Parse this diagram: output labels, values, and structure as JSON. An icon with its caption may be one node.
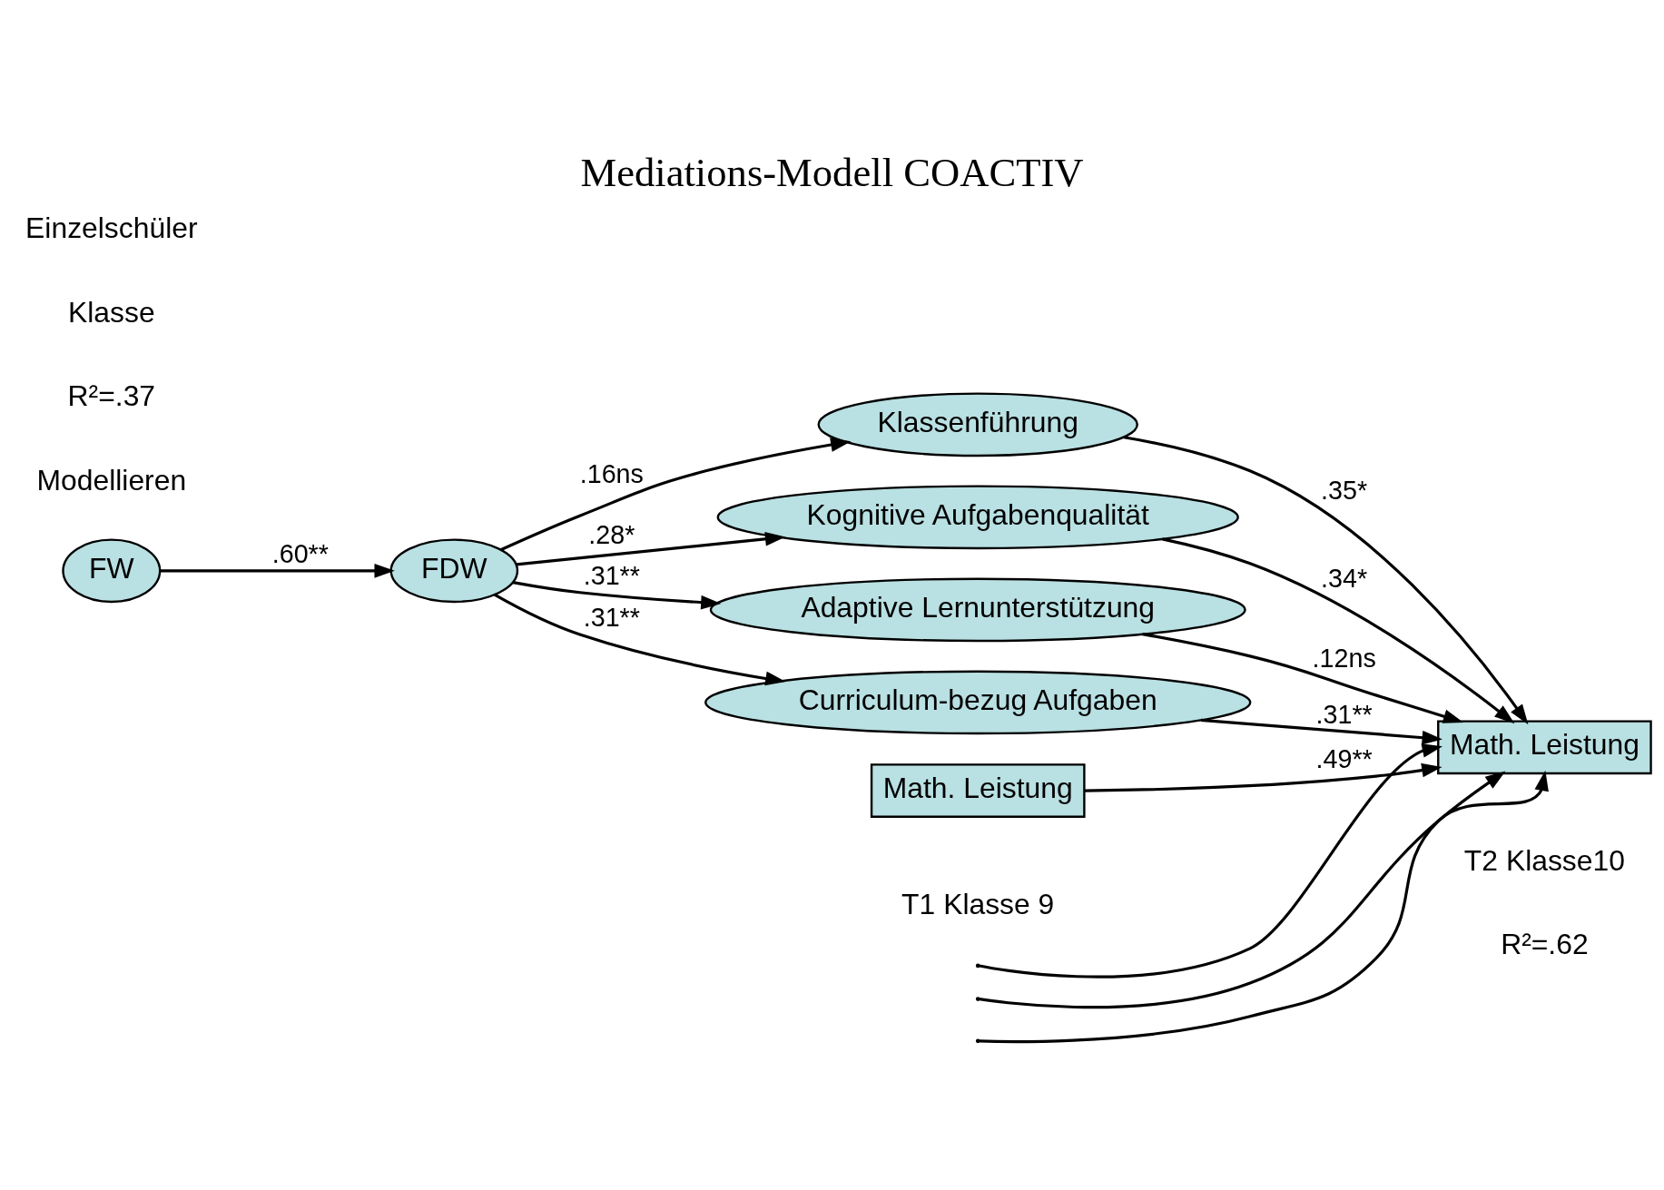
{
  "diagram": {
    "title": "Mediations-Modell COACTIV",
    "nodes": [
      {
        "text": [
          "FW"
        ]
      },
      {
        "text": [
          "FDW"
        ]
      },
      {
        "text": [
          "Klassenführung"
        ]
      },
      {
        "text": [
          "Kognitive Aufgabenqualität"
        ]
      },
      {
        "text": [
          "Adaptive Lernunterstützung"
        ]
      },
      {
        "text": [
          "Curriculum-bezug Aufgaben"
        ]
      },
      {
        "text": [
          "Math. Leistung"
        ],
        "beside": [
          "T1 Klasse 9"
        ]
      },
      {
        "text": [
          "Math. Leistung"
        ],
        "beside": [
          "R²=.62",
          "T2 Klasse10"
        ]
      }
    ],
    "edges": [
      {
        "from": 0,
        "to": 1,
        "arrow": "to",
        "label": ".60**"
      },
      {
        "from": 1,
        "to": 2,
        "arrow": "to",
        "label": ".16ns"
      },
      {
        "from": 1,
        "to": 3,
        "arrow": "to",
        "label": ".28*"
      },
      {
        "from": 1,
        "to": 4,
        "arrow": "to",
        "label": ".31**"
      },
      {
        "from": 1,
        "to": 5,
        "arrow": "to",
        "label": ".31**"
      },
      {
        "from": 2,
        "to": 7,
        "arrow": "to",
        "label": ".35*"
      },
      {
        "from": 3,
        "to": 7,
        "arrow": "to",
        "label": ".34*"
      },
      {
        "from": 4,
        "to": 7,
        "arrow": "to",
        "label": ".12ns"
      },
      {
        "from": 5,
        "to": 7,
        "arrow": "to",
        "label": ".31**"
      },
      {
        "from": 6,
        "to": 7,
        "arrow": "to",
        "label": ".49**"
      },
      {
        "from": null,
        "to": 7,
        "arrow": "to"
      },
      {
        "from": null,
        "to": 7,
        "arrow": "to"
      },
      {
        "from": null,
        "to": 7,
        "arrow": "to"
      }
    ],
    "labels": [
      "Modellieren",
      "R²=.37",
      "Klasse",
      "Einzelschüler"
    ]
  }
}
